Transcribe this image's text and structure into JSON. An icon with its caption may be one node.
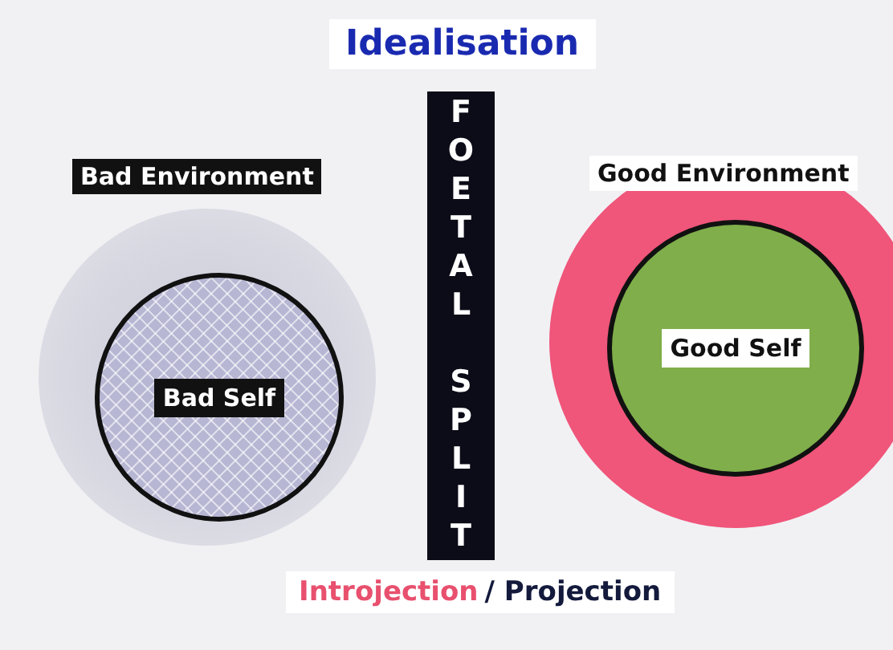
{
  "diagram": {
    "title": "Idealisation",
    "nodes": [
      {
        "text": [
          "Bad Environment"
        ]
      },
      {
        "text": [
          "Bad Self"
        ],
        "in": 0
      },
      {
        "text": [
          "FOETAL SPLIT"
        ]
      },
      {
        "text": [
          "Good Environment"
        ]
      },
      {
        "text": [
          "Good Self"
        ],
        "in": 3
      }
    ],
    "edges": [],
    "labels": [
      "Introjection",
      "/ Projection"
    ]
  }
}
